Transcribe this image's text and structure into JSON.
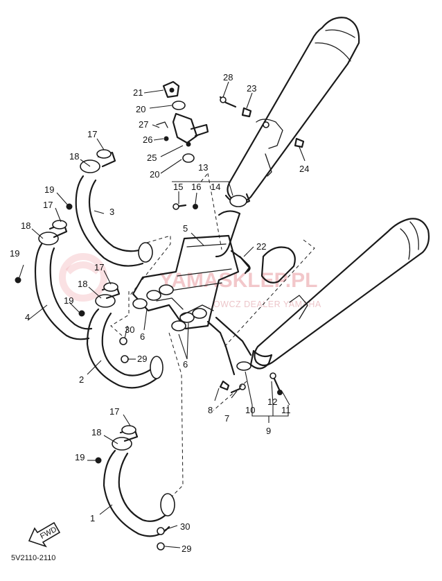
{
  "diagram_code": "5V2110-2110",
  "fwd_label": "FWD",
  "watermark": {
    "brand": "YAMASKLEP.PL",
    "tagline": "...OWCZ DEALER YAMAHA"
  },
  "callouts": [
    {
      "id": "c21a",
      "label": "21"
    },
    {
      "id": "c20a",
      "label": "20"
    },
    {
      "id": "c27",
      "label": "27"
    },
    {
      "id": "c26",
      "label": "26"
    },
    {
      "id": "c25",
      "label": "25"
    },
    {
      "id": "c20b",
      "label": "20"
    },
    {
      "id": "c13",
      "label": "13"
    },
    {
      "id": "c28",
      "label": "28"
    },
    {
      "id": "c23",
      "label": "23"
    },
    {
      "id": "c24",
      "label": "24"
    },
    {
      "id": "c17a",
      "label": "17"
    },
    {
      "id": "c18a",
      "label": "18"
    },
    {
      "id": "c19a",
      "label": "19"
    },
    {
      "id": "c3",
      "label": "3"
    },
    {
      "id": "c17b",
      "label": "17"
    },
    {
      "id": "c18b",
      "label": "18"
    },
    {
      "id": "c19b",
      "label": "19"
    },
    {
      "id": "c4",
      "label": "4"
    },
    {
      "id": "c15",
      "label": "15"
    },
    {
      "id": "c16",
      "label": "16"
    },
    {
      "id": "c14",
      "label": "14"
    },
    {
      "id": "c5",
      "label": "5"
    },
    {
      "id": "c22",
      "label": "22"
    },
    {
      "id": "c17c",
      "label": "17"
    },
    {
      "id": "c18c",
      "label": "18"
    },
    {
      "id": "c19c",
      "label": "19"
    },
    {
      "id": "c30a",
      "label": "30"
    },
    {
      "id": "c6a",
      "label": "6"
    },
    {
      "id": "c29a",
      "label": "29"
    },
    {
      "id": "c2",
      "label": "2"
    },
    {
      "id": "c6b",
      "label": "6"
    },
    {
      "id": "c8",
      "label": "8"
    },
    {
      "id": "c7",
      "label": "7"
    },
    {
      "id": "c10",
      "label": "10"
    },
    {
      "id": "c12",
      "label": "12"
    },
    {
      "id": "c11",
      "label": "11"
    },
    {
      "id": "c9",
      "label": "9"
    },
    {
      "id": "c17d",
      "label": "17"
    },
    {
      "id": "c18d",
      "label": "18"
    },
    {
      "id": "c19d",
      "label": "19"
    },
    {
      "id": "c1",
      "label": "1"
    },
    {
      "id": "c30b",
      "label": "30"
    },
    {
      "id": "c29b",
      "label": "29"
    }
  ]
}
